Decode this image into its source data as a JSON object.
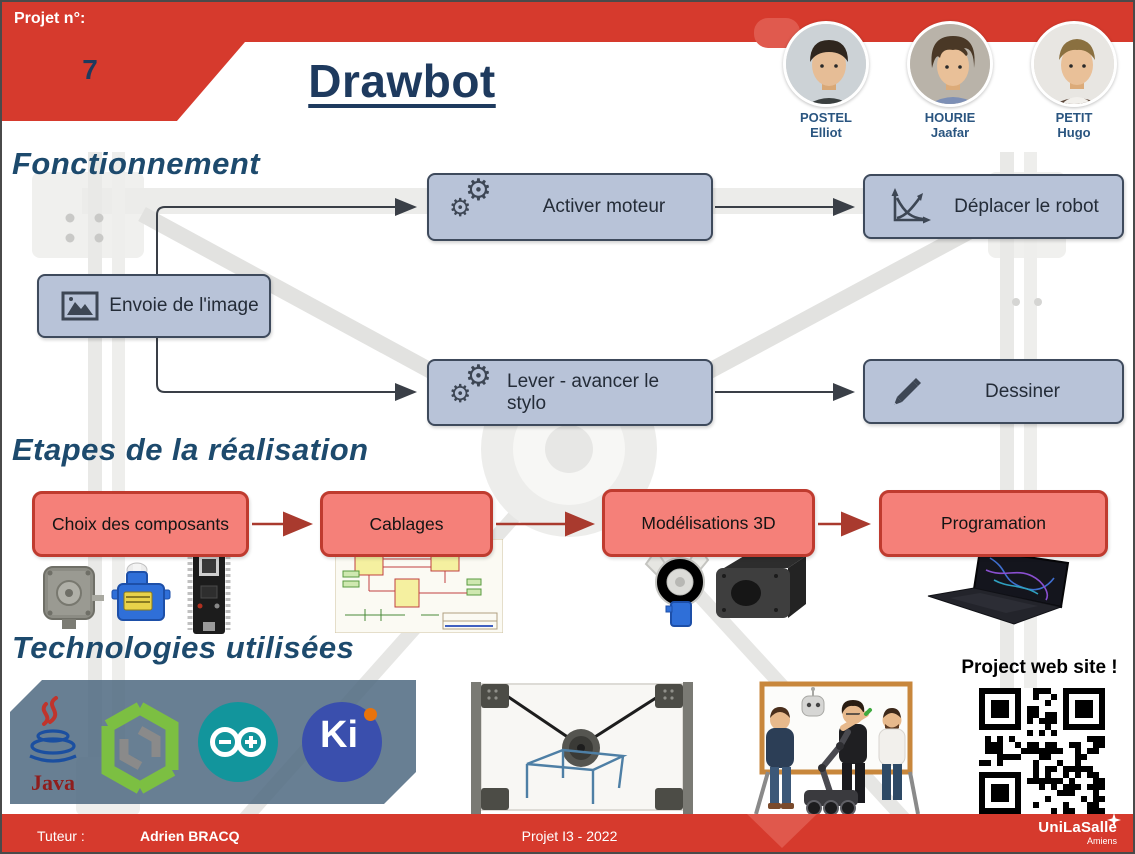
{
  "header": {
    "project_label": "Projet n°:",
    "project_number": "7",
    "title": "Drawbot",
    "students": [
      {
        "last_name": "POSTEL",
        "first_name": "Elliot"
      },
      {
        "last_name": "HOURIE",
        "first_name": "Jaafar"
      },
      {
        "last_name": "PETIT",
        "first_name": "Hugo"
      }
    ]
  },
  "fonctionnement": {
    "heading": "Fonctionnement",
    "boxes": {
      "envoie": "Envoie de l'image",
      "activer": "Activer moteur",
      "deplacer": "Déplacer le robot",
      "lever": "Lever - avancer le stylo",
      "dessiner": "Dessiner"
    }
  },
  "etapes": {
    "heading": "Etapes de la réalisation",
    "steps": [
      "Choix des composants",
      "Cablages",
      "Modélisations 3D",
      "Programation"
    ]
  },
  "technologies": {
    "heading": "Technologies utilisées",
    "java_label": "Java",
    "kicad_label": "Ki",
    "logo_names": [
      "java-logo",
      "scenebuilder-logo",
      "arduino-logo",
      "kicad-logo"
    ]
  },
  "website": {
    "label": "Project web site !"
  },
  "footer": {
    "tutor_label": "Tuteur :",
    "tutor_name": "Adrien BRACQ",
    "project_info": "Projet I3 - 2022",
    "brand_name": "UniLaSalle",
    "brand_city": "Amiens"
  },
  "colors": {
    "red": "#d63a2d",
    "navy_title": "#1e3a5e",
    "navy_heading": "#1d4a6d",
    "flow_box_fill": "#b8c3d8",
    "flow_box_border": "#3e4a5c",
    "step_box_fill": "#f58079",
    "step_box_border": "#bf3b2f"
  }
}
